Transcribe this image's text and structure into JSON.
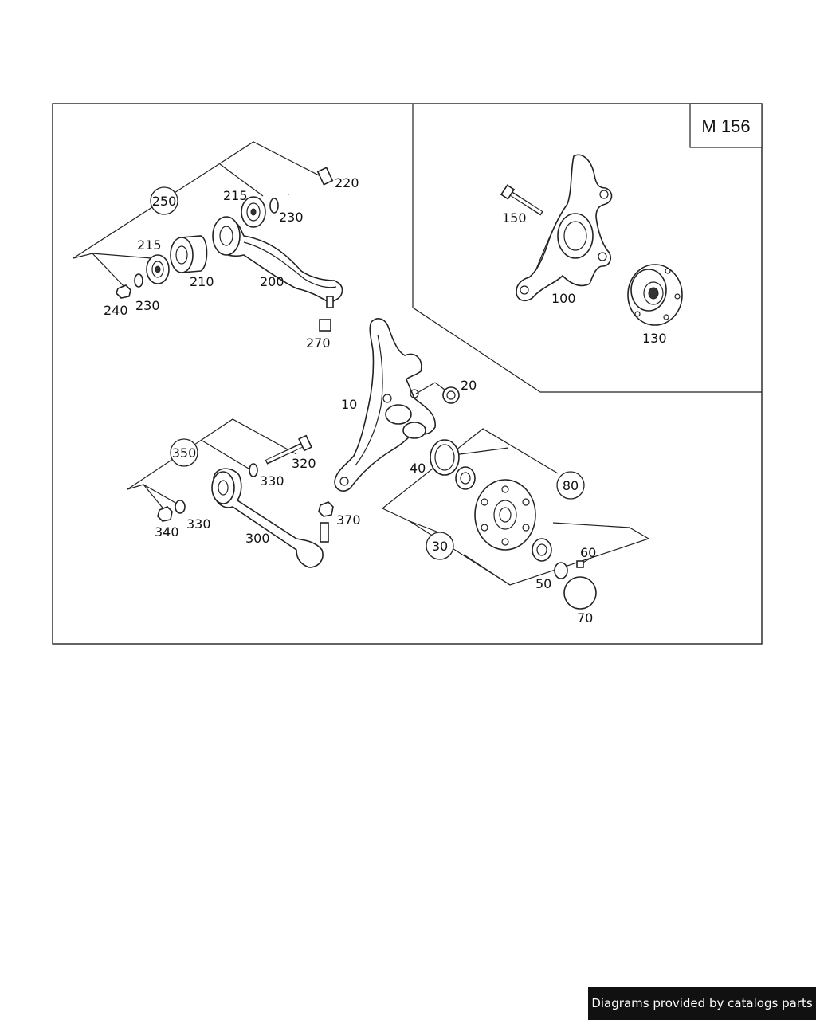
{
  "model_code": "M 156",
  "footer": {
    "text": "Diagrams provided by catalogs parts"
  },
  "labels": {
    "p10": "10",
    "p20": "20",
    "p40": "40",
    "p50": "50",
    "p60": "60",
    "p70": "70",
    "p100": "100",
    "p130": "130",
    "p150": "150",
    "p200": "200",
    "p210": "210",
    "p215a": "215",
    "p215b": "215",
    "p220": "220",
    "p230a": "230",
    "p230b": "230",
    "p240": "240",
    "p270": "270",
    "p300": "300",
    "p320": "320",
    "p330a": "330",
    "p330b": "330",
    "p340": "340",
    "p370": "370"
  },
  "callouts": {
    "c250": "250",
    "c350": "350",
    "c80": "80",
    "c30": "30"
  }
}
